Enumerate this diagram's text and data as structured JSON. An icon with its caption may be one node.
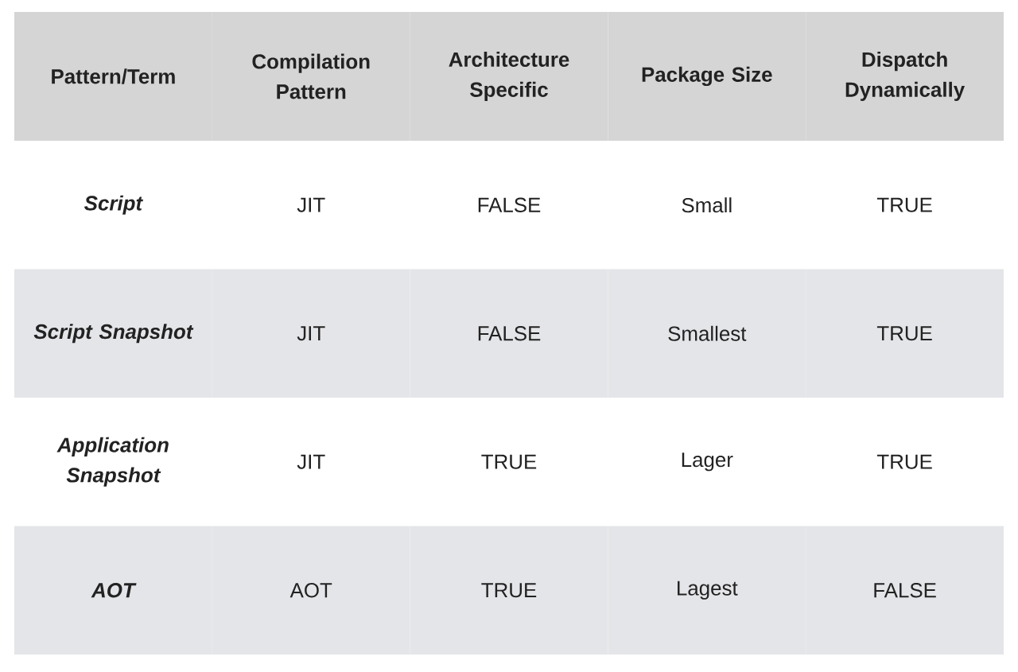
{
  "diagram": {
    "labels": [
      "Pattern/Term",
      "Compilation Pattern",
      "Architecture Specific",
      "Package Size",
      "Dispatch Dynamically",
      "Script",
      "JIT",
      "FALSE",
      "Small",
      "TRUE",
      "Script Snapshot",
      "JIT",
      "FALSE",
      "Smallest",
      "TRUE",
      "Application Snapshot",
      "JIT",
      "TRUE",
      "Lager",
      "TRUE",
      "AOT",
      "AOT",
      "TRUE",
      "Lagest",
      "FALSE"
    ]
  }
}
